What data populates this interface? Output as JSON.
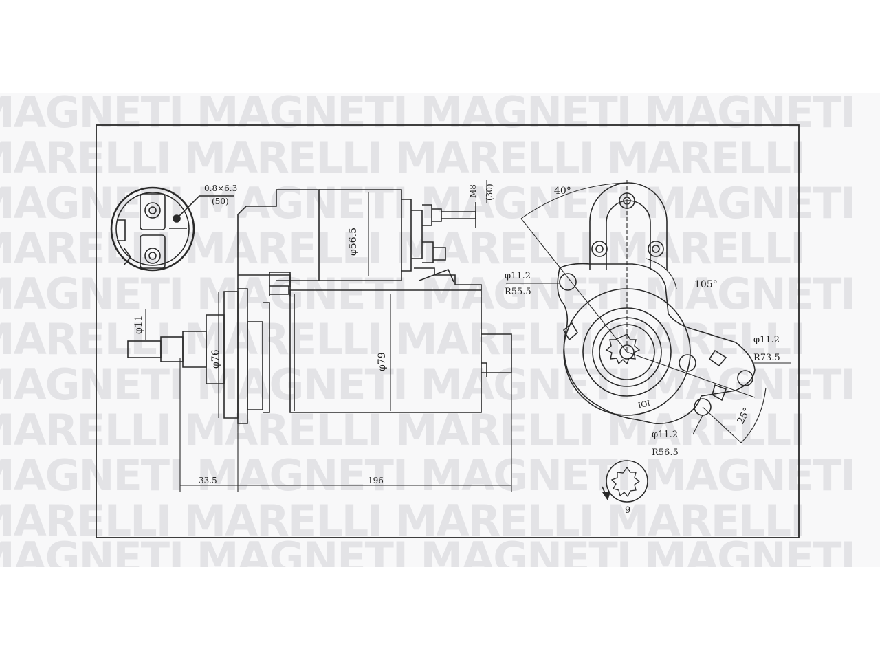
{
  "watermark": {
    "brand_line_a": "MAGNETI MAGNETI MAGNETI MAGNETI",
    "brand_line_b": "MARELLI MARELLI MARELLI MARELLI"
  },
  "dimensions": {
    "terminal_spec": "0.8×6.3",
    "terminal_spec_sub": "(50)",
    "m8_label": "M8",
    "m8_sub": "(30)",
    "dia_56_5": "φ56.5",
    "dia_11_shaft": "φ11",
    "dia_76": "φ76",
    "dia_79": "φ79",
    "len_33_5": "33.5",
    "len_196": "196",
    "angle_40": "40°",
    "angle_105": "105°",
    "angle_25": "25°",
    "hole_a_dia": "φ11.2",
    "hole_a_r": "R55.5",
    "hole_b_dia": "φ11.2",
    "hole_b_r": "R73.5",
    "hole_c_dia": "φ11.2",
    "hole_c_r": "R56.5",
    "teeth_count": "9",
    "flange_mark": "IOI"
  },
  "colors": {
    "line": "#2a2a2a",
    "watermark": "#e3e3e6",
    "background": "#ffffff"
  }
}
